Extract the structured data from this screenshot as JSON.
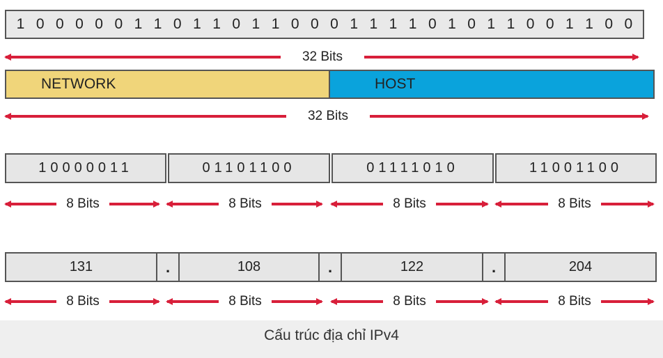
{
  "bits": [
    "1",
    "0",
    "0",
    "0",
    "0",
    "0",
    "1",
    "1",
    "0",
    "1",
    "1",
    "0",
    "1",
    "1",
    "0",
    "0",
    "0",
    "1",
    "1",
    "1",
    "1",
    "0",
    "1",
    "0",
    "1",
    "1",
    "0",
    "0",
    "1",
    "1",
    "0",
    "0"
  ],
  "span_32": "32 Bits",
  "network_label": "NETWORK",
  "host_label": "HOST",
  "octets_binary": [
    "10000011",
    "01101100",
    "01111010",
    "11001100"
  ],
  "span_8": "8 Bits",
  "octets_decimal": [
    "131",
    "108",
    "122",
    "204"
  ],
  "dot": ".",
  "caption": "Cấu trúc địa chỉ IPv4",
  "colors": {
    "network": "#f0d57a",
    "host": "#0aa3dc",
    "arrow": "#d81f3a",
    "cell": "#e6e6e6"
  }
}
